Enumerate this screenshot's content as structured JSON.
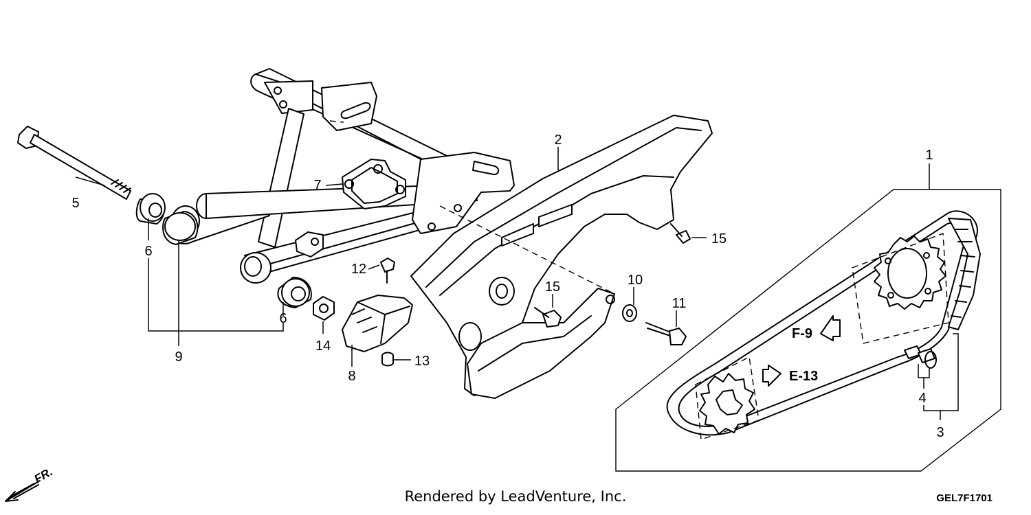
{
  "callouts": {
    "c1": "1",
    "c2": "2",
    "c3": "3",
    "c4": "4",
    "c5": "5",
    "c6a": "6",
    "c6b": "6",
    "c7": "7",
    "c8": "8",
    "c9": "9",
    "c10": "10",
    "c11": "11",
    "c12": "12",
    "c13": "13",
    "c14": "14",
    "c15a": "15",
    "c15b": "15"
  },
  "refs": {
    "f9": "F-9",
    "e13": "E-13"
  },
  "direction": "FR.",
  "footer": {
    "credit": "Rendered by LeadVenture, Inc.",
    "code": "GEL7F1701"
  }
}
